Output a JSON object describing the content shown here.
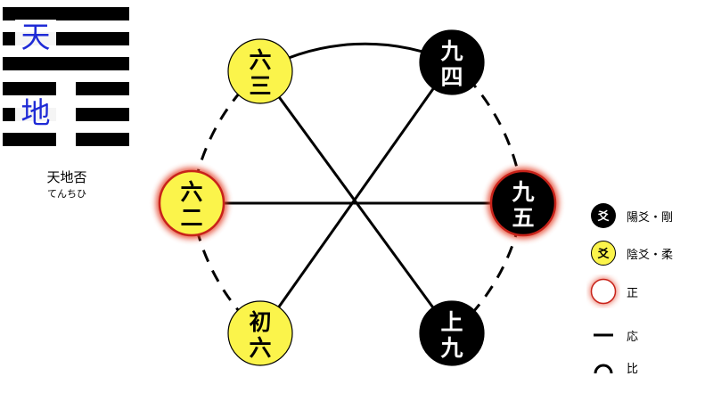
{
  "hexagram": {
    "upper_trigram": "天",
    "lower_trigram": "地",
    "name": "天地否",
    "reading": "てんちひ",
    "lines_top_to_bottom": [
      "yang",
      "yang",
      "yang",
      "yin",
      "yin",
      "yin"
    ]
  },
  "nodes": [
    {
      "id": "shoroku",
      "label": [
        "初",
        "六"
      ],
      "type": "yin",
      "correct": false
    },
    {
      "id": "rokuji",
      "label": [
        "六",
        "二"
      ],
      "type": "yin",
      "correct": true
    },
    {
      "id": "rokusan",
      "label": [
        "六",
        "三"
      ],
      "type": "yin",
      "correct": false
    },
    {
      "id": "kyushi",
      "label": [
        "九",
        "四"
      ],
      "type": "yang",
      "correct": false
    },
    {
      "id": "kyugo",
      "label": [
        "九",
        "五"
      ],
      "type": "yang",
      "correct": true
    },
    {
      "id": "jokyu",
      "label": [
        "上",
        "九"
      ],
      "type": "yang",
      "correct": false
    }
  ],
  "relations": {
    "responds": [
      [
        "shoroku",
        "kyushi"
      ],
      [
        "rokuji",
        "kyugo"
      ],
      [
        "rokusan",
        "jokyu"
      ]
    ],
    "adjacent_solid": [
      [
        "rokusan",
        "kyushi"
      ]
    ],
    "adjacent_dashed": [
      [
        "shoroku",
        "rokuji"
      ],
      [
        "rokuji",
        "rokusan"
      ],
      [
        "kyushi",
        "kyugo"
      ],
      [
        "kyugo",
        "jokyu"
      ]
    ]
  },
  "legend": [
    {
      "marker": "yang",
      "glyph": "爻",
      "label": "陽爻・剛"
    },
    {
      "marker": "yin",
      "glyph": "爻",
      "label": "陰爻・柔"
    },
    {
      "marker": "correct",
      "glyph": "",
      "label": "正"
    },
    {
      "marker": "line",
      "glyph": "",
      "label": "応"
    },
    {
      "marker": "arc",
      "glyph": "",
      "label": "比"
    }
  ],
  "colors": {
    "yang": "#000000",
    "yin": "#fbf44b",
    "correct_glow": "#e33a22",
    "trigram_text": "#1f2bd6",
    "line": "#000000"
  }
}
